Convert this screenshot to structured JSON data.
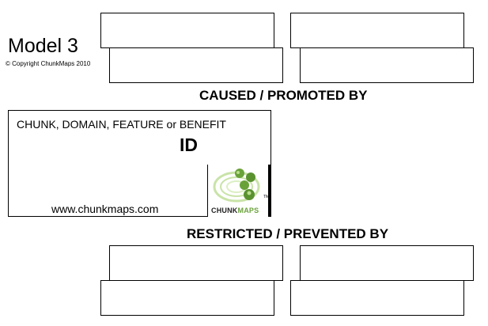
{
  "header": {
    "model_title": "Model 3",
    "copyright": "© Copyright ChunkMaps 2010"
  },
  "sections": {
    "caused_label": "CAUSED / PROMOTED BY",
    "restricted_label": "RESTRICTED / PREVENTED BY"
  },
  "center_card": {
    "label": "CHUNK, DOMAIN, FEATURE or BENEFIT",
    "id_text": "ID",
    "url": "www.chunkmaps.com"
  },
  "logo": {
    "brand_part1": "CHUNK",
    "brand_part2": "MAPS",
    "trademark": "TM",
    "colors": {
      "green": "#6aa23a",
      "light_green": "#c9e3a8",
      "dark": "#222222"
    }
  },
  "caused_boxes": [
    "",
    "",
    "",
    ""
  ],
  "restricted_boxes": [
    "",
    "",
    "",
    ""
  ]
}
